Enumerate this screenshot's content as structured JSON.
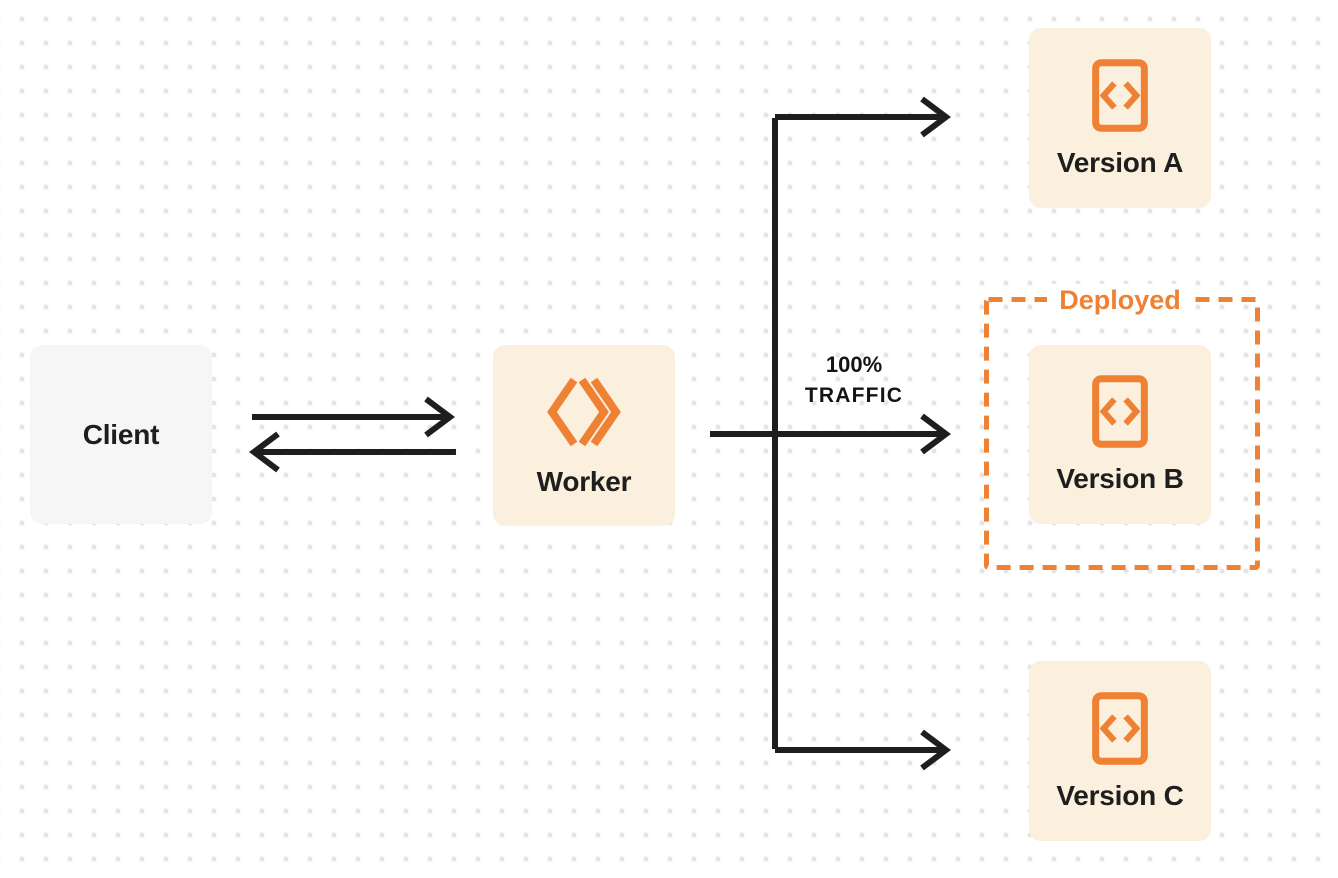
{
  "diagram": {
    "client": {
      "label": "Client"
    },
    "worker": {
      "label": "Worker"
    },
    "traffic_label": {
      "line1": "100%",
      "line2": "TRAFFIC"
    },
    "deployed_group": {
      "label": "Deployed"
    },
    "versions": [
      {
        "label": "Version A"
      },
      {
        "label": "Version B",
        "deployed": true
      },
      {
        "label": "Version C"
      }
    ],
    "icons": {
      "worker": "cloudflare-workers-icon",
      "version": "code-file-icon"
    },
    "colors": {
      "accent_orange": "#EE8133",
      "node_cream_bg": "#FBEFDE",
      "client_gray_bg": "#F6F6F7",
      "line_ink": "#1E1E1E",
      "grid_dot": "#E5E5E6",
      "background": "#FFFFFF"
    }
  }
}
